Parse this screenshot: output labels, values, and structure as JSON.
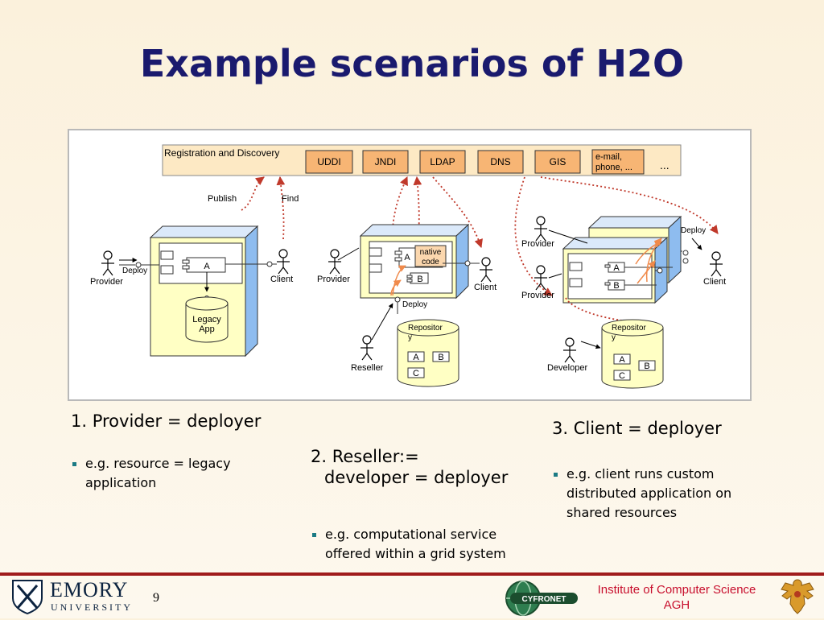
{
  "slide": {
    "title": "Example scenarios of H2O",
    "page_number": "9"
  },
  "diagram": {
    "registry_label": "Registration and Discovery",
    "registries": [
      "UDDI",
      "JNDI",
      "LDAP",
      "DNS",
      "GIS"
    ],
    "email_box": [
      "e-mail,",
      "phone, ..."
    ],
    "ellipsis": "...",
    "publish": "Publish",
    "find": "Find",
    "deploy": "Deploy",
    "provider": "Provider",
    "client": "Client",
    "reseller": "Reseller",
    "developer": "Developer",
    "component_a": "A",
    "component_b": "B",
    "component_c": "C",
    "legacy_app": [
      "Legacy",
      "App"
    ],
    "native_code": [
      "native",
      "code"
    ],
    "repository": [
      "Repositor",
      "y"
    ],
    "dots": "..."
  },
  "scenarios": {
    "s1": {
      "heading": "1. Provider = deployer",
      "bullets": [
        "e.g. resource = legacy",
        "application"
      ]
    },
    "s2": {
      "heading_line1": "2. Reseller:=",
      "heading_line2": "developer = deployer",
      "bullets": [
        "e.g. computational service",
        "offered within a grid system"
      ]
    },
    "s3": {
      "heading": "3. Client = deployer",
      "bullets": [
        "e.g. client runs custom",
        "distributed application on",
        "shared resources"
      ]
    }
  },
  "footer": {
    "emory": "EMORY",
    "university": "UNIVERSITY",
    "cyfronet": "CYFRONET",
    "institute_line1": "Institute of Computer Science",
    "institute_line2": "AGH"
  },
  "colors": {
    "title": "#1a1a6e",
    "accent_red": "#c8102e",
    "bullet": "#1b7a84",
    "container_yellow": "#ffffc4",
    "container_blue": "#8ebcef"
  }
}
